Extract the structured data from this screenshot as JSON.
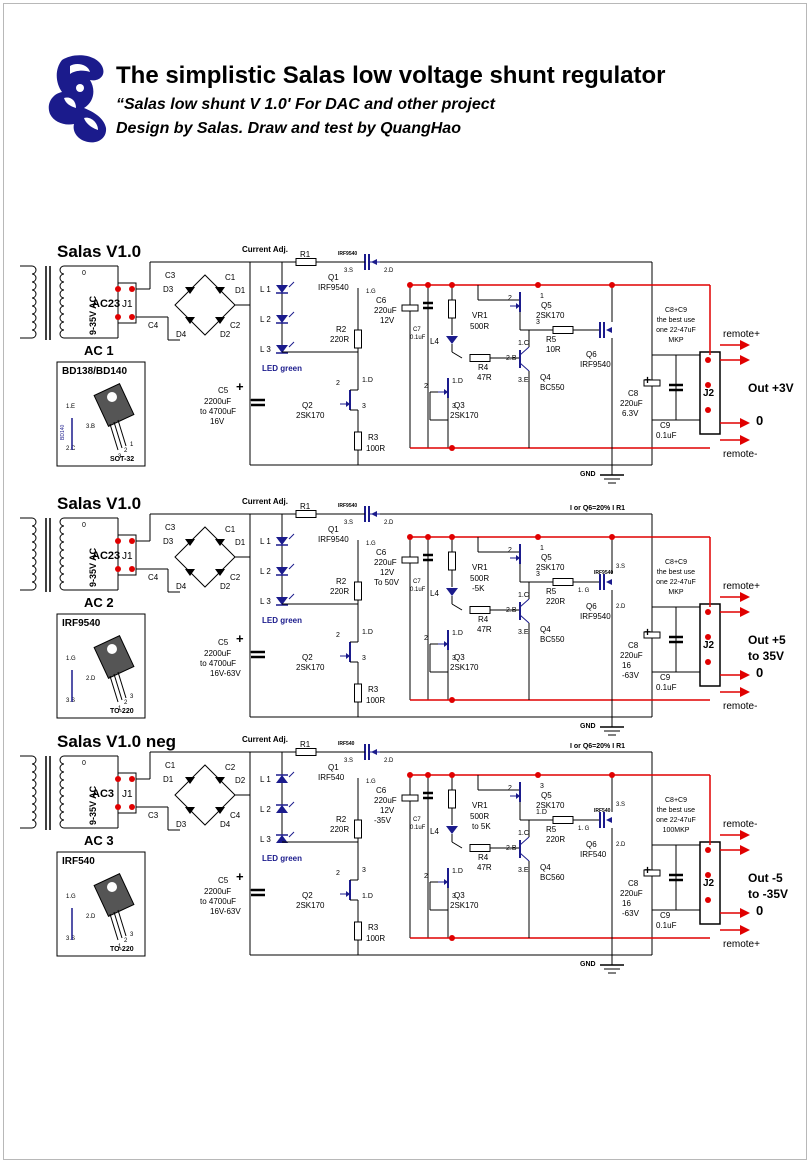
{
  "header": {
    "title": "The simplistic Salas low voltage shunt regulator",
    "subtitle": "“Salas low shunt V 1.0' For DAC and other project",
    "credit": "Design by Salas. Draw and test by QuangHao"
  },
  "colors": {
    "wire": "#000000",
    "component": "#1b1b8c",
    "red": "#e00000",
    "logo": "#1b1b8c"
  },
  "stages": [
    {
      "title": "Salas V1.0",
      "ac_label": "AC 1",
      "ac_connector": "AC23",
      "ac_range": "9-35V AC",
      "transformer_tap": "0",
      "bridge": [
        "C3",
        "C1",
        "D3",
        "D1",
        "C4",
        "C2",
        "D4",
        "D2"
      ],
      "current_adj": "Current Adj.",
      "r1": "R1",
      "q1_part_small": "IRF9540",
      "q1_label": "Q1",
      "q1_part": "IRF9540",
      "q1_pins": [
        "3.S",
        "2.D",
        "1.G"
      ],
      "leds": [
        "L 1",
        "L 2",
        "L 3"
      ],
      "led_note": "LED green",
      "r2": [
        "R2",
        "220R"
      ],
      "c5": [
        "C5",
        "2200uF",
        "to 4700uF",
        "16V"
      ],
      "q2": [
        "Q2",
        "2SK170"
      ],
      "q2_pins": [
        "1.D",
        "2",
        "3"
      ],
      "r3": [
        "R3",
        "100R"
      ],
      "c6": [
        "C6",
        "220uF",
        "12V"
      ],
      "c7": [
        "C7",
        "0.1uF"
      ],
      "vr1": [
        "VR1",
        "500R"
      ],
      "l4": "L4",
      "r4": [
        "R4",
        "47R"
      ],
      "q3": [
        "Q3",
        "2SK170"
      ],
      "q3_pins": [
        "1.D",
        "2",
        "3"
      ],
      "q5": [
        "Q5",
        "2SK170"
      ],
      "q5_pins": [
        "1",
        "2",
        "3"
      ],
      "r5": [
        "R5",
        "10R"
      ],
      "q4": [
        "Q4",
        "BC550"
      ],
      "q4_pins": [
        "1.C",
        "2.B",
        "3.E"
      ],
      "q6": [
        "Q6",
        "IRF9540"
      ],
      "q6_small": "",
      "q6_pins": [],
      "c8c9_note": [
        "C8+C9",
        "the best use",
        "one 22-47uF",
        "MKP"
      ],
      "c8": [
        "C8",
        "220uF",
        "6.3V"
      ],
      "c9": [
        "C9",
        "0.1uF"
      ],
      "j2": "J2",
      "out_label": [
        "Out +3V"
      ],
      "zero": "0",
      "remote_top": "remote+",
      "remote_bottom": "remote-",
      "gnd": "GND",
      "note": "",
      "package_title": "BD138/BD140",
      "package_name": "SOT-32",
      "package_pins": [
        "1.E",
        "3.B",
        "2.C",
        "3",
        "2",
        "1"
      ],
      "package_side": "BD140"
    },
    {
      "title": "Salas V1.0",
      "ac_label": "AC 2",
      "ac_connector": "AC23",
      "ac_range": "9-35V AC",
      "transformer_tap": "0",
      "bridge": [
        "C3",
        "C1",
        "D3",
        "D1",
        "C4",
        "C2",
        "D4",
        "D2"
      ],
      "current_adj": "Current Adj.",
      "r1": "R1",
      "q1_part_small": "IRF9540",
      "q1_label": "Q1",
      "q1_part": "IRF9540",
      "q1_pins": [
        "3.S",
        "2.D",
        "1.G"
      ],
      "leds": [
        "L 1",
        "L 2",
        "L 3"
      ],
      "led_note": "LED green",
      "r2": [
        "R2",
        "220R"
      ],
      "c5": [
        "C5",
        "2200uF",
        "to 4700uF",
        "16V-63V"
      ],
      "q2": [
        "Q2",
        "2SK170"
      ],
      "q2_pins": [
        "1.D",
        "2",
        "3"
      ],
      "r3": [
        "R3",
        "100R"
      ],
      "c6": [
        "C6",
        "220uF",
        "12V",
        "To 50V"
      ],
      "c7": [
        "C7",
        "0.1uF"
      ],
      "vr1": [
        "VR1",
        "500R",
        "-5K"
      ],
      "l4": "L4",
      "r4": [
        "R4",
        "47R"
      ],
      "q3": [
        "Q3",
        "2SK170"
      ],
      "q3_pins": [
        "1.D",
        "2",
        "3"
      ],
      "q5": [
        "Q5",
        "2SK170"
      ],
      "q5_pins": [
        "1",
        "2",
        "3"
      ],
      "r5": [
        "R5",
        "220R"
      ],
      "q4": [
        "Q4",
        "BC550"
      ],
      "q4_pins": [
        "1.C",
        "2.B",
        "3.E"
      ],
      "q6": [
        "Q6",
        "IRF9540"
      ],
      "q6_small": "IRF9540",
      "q6_pins": [
        "3.S",
        "1. G",
        "2.D"
      ],
      "c8c9_note": [
        "C8+C9",
        "the best use",
        "one 22-47uF",
        "MKP"
      ],
      "c8": [
        "C8",
        "220uF",
        "16",
        "-63V"
      ],
      "c9": [
        "C9",
        "0.1uF"
      ],
      "j2": "J2",
      "out_label": [
        "Out +5",
        "to 35V"
      ],
      "zero": "0",
      "remote_top": "remote+",
      "remote_bottom": "remote-",
      "gnd": "GND",
      "note": "I or Q6=20% I R1",
      "package_title": "IRF9540",
      "package_name": "TO-220",
      "package_pins": [
        "1.G",
        "2.D",
        "3.S",
        "1",
        "2",
        "3"
      ],
      "package_side": ""
    },
    {
      "title": "Salas V1.0 neg",
      "ac_label": "AC 3",
      "ac_connector": "AC3",
      "ac_range": "9-35V AC",
      "transformer_tap": "0",
      "bridge": [
        "C1",
        "C2",
        "D1",
        "D2",
        "C3",
        "C4",
        "D3",
        "D4"
      ],
      "current_adj": "Current Adj.",
      "r1": "R1",
      "q1_part_small": "IRF540",
      "q1_label": "Q1",
      "q1_part": "IRF540",
      "q1_pins": [
        "3.S",
        "2.D",
        "1.G"
      ],
      "leds": [
        "L 1",
        "L 2",
        "L 3"
      ],
      "led_note": "LED green",
      "r2": [
        "R2",
        "220R"
      ],
      "c5": [
        "C5",
        "2200uF",
        "to 4700uF",
        "16V-63V"
      ],
      "q2": [
        "Q2",
        "2SK170"
      ],
      "q2_pins": [
        "3",
        "2",
        "1.D"
      ],
      "r3": [
        "R3",
        "100R"
      ],
      "c6": [
        "C6",
        "220uF",
        "12V",
        "-35V"
      ],
      "c7": [
        "C7",
        "0.1uF"
      ],
      "vr1": [
        "VR1",
        "500R",
        "to 5K"
      ],
      "l4": "L4",
      "r4": [
        "R4",
        "47R"
      ],
      "q3": [
        "Q3",
        "2SK170"
      ],
      "q3_pins": [
        "1.D",
        "2",
        "3"
      ],
      "q5": [
        "Q5",
        "2SK170"
      ],
      "q5_pins": [
        "3",
        "2",
        "1.D"
      ],
      "r5": [
        "R5",
        "220R"
      ],
      "q4": [
        "Q4",
        "BC560"
      ],
      "q4_pins": [
        "1.C",
        "2.B",
        "3.E"
      ],
      "q6": [
        "Q6",
        "IRF540"
      ],
      "q6_small": "IRF540",
      "q6_pins": [
        "3.S",
        "1. G",
        "2.D"
      ],
      "c8c9_note": [
        "C8+C9",
        "the best use",
        "one 22-47uF",
        "100MKP"
      ],
      "c8": [
        "C8",
        "220uF",
        "16",
        "-63V"
      ],
      "c9": [
        "C9",
        "0.1uF"
      ],
      "j2": "J2",
      "out_label": [
        "Out -5",
        "to -35V"
      ],
      "zero": "0",
      "remote_top": "remote-",
      "remote_bottom": "remote+",
      "gnd": "GND",
      "note": "I or Q6=20% I R1",
      "package_title": "IRF540",
      "package_name": "TO-220",
      "package_pins": [
        "1.G",
        "2.D",
        "3.S",
        "1",
        "2",
        "3"
      ],
      "package_side": ""
    }
  ]
}
